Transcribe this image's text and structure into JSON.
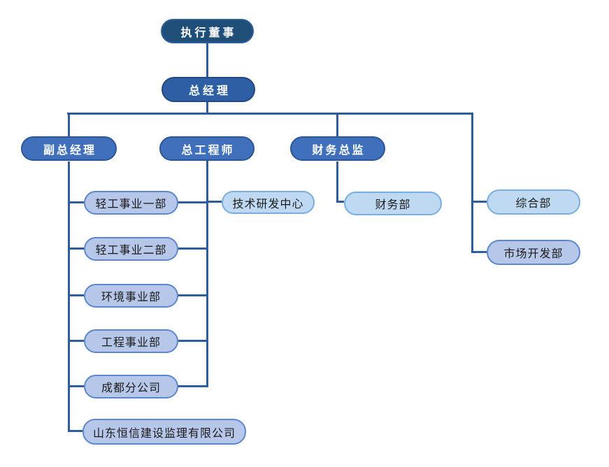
{
  "diagram": {
    "type": "org-chart",
    "background": "#FFFFFF",
    "nodes": {
      "executive_director": "执行董事",
      "general_manager": "总经理",
      "deputy_general_manager": "副总经理",
      "chief_engineer": "总工程师",
      "finance_director": "财务总监",
      "light_industry_div_1": "轻工事业一部",
      "light_industry_div_2": "轻工事业二部",
      "environment_div": "环境事业部",
      "engineering_div": "工程事业部",
      "chengdu_branch": "成都分公司",
      "shandong_hengxin_supervision": "山东恒信建设监理有限公司",
      "tech_rd_center": "技术研发中心",
      "finance_dept": "财务部",
      "general_affairs_dept": "综合部",
      "market_dev_dept": "市场开发部"
    },
    "edges": [
      {
        "from": "executive_director",
        "to": "general_manager"
      },
      {
        "from": "general_manager",
        "to": "deputy_general_manager"
      },
      {
        "from": "general_manager",
        "to": "chief_engineer"
      },
      {
        "from": "general_manager",
        "to": "finance_director"
      },
      {
        "from": "general_manager",
        "to": "general_affairs_dept"
      },
      {
        "from": "general_manager",
        "to": "market_dev_dept"
      },
      {
        "from": "deputy_general_manager",
        "to": "light_industry_div_1"
      },
      {
        "from": "deputy_general_manager",
        "to": "light_industry_div_2"
      },
      {
        "from": "deputy_general_manager",
        "to": "environment_div"
      },
      {
        "from": "deputy_general_manager",
        "to": "engineering_div"
      },
      {
        "from": "deputy_general_manager",
        "to": "chengdu_branch"
      },
      {
        "from": "deputy_general_manager",
        "to": "shandong_hengxin_supervision"
      },
      {
        "from": "chief_engineer",
        "to": "tech_rd_center"
      },
      {
        "from": "chief_engineer",
        "to": "light_industry_div_1"
      },
      {
        "from": "chief_engineer",
        "to": "light_industry_div_2"
      },
      {
        "from": "chief_engineer",
        "to": "environment_div"
      },
      {
        "from": "chief_engineer",
        "to": "engineering_div"
      },
      {
        "from": "chief_engineer",
        "to": "chengdu_branch"
      },
      {
        "from": "finance_director",
        "to": "finance_dept"
      }
    ],
    "colors": {
      "level1_fill": "#1F4E79",
      "level2_fill": "#2E5FA4",
      "level3_fill": "#4070BC",
      "dept_lavender_fill": "#B7C7E9",
      "dept_lavender_border": "#5B87CE",
      "dept_lightblue_fill": "#BFD9F2",
      "dept_lightblue_border": "#77AEDE",
      "connector": "#2E5D9E",
      "text_on_dark": "#FFFFFF",
      "text_on_light": "#1A1A1A"
    }
  }
}
